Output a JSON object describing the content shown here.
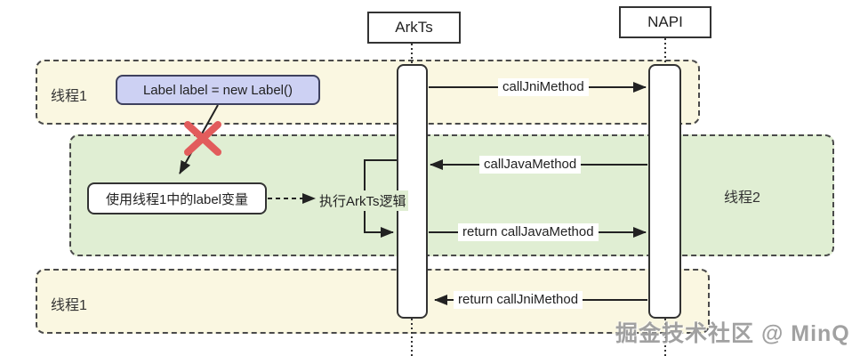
{
  "diagram": {
    "participants": [
      {
        "label": "ArkTs"
      },
      {
        "label": "NAPI"
      }
    ],
    "lanes": [
      {
        "label": "线程1"
      },
      {
        "label": "线程2"
      },
      {
        "label": "线程1"
      }
    ],
    "notes": [
      {
        "label": "Label label = new Label()"
      },
      {
        "label": "使用线程1中的label变量"
      },
      {
        "label": "执行ArkTs逻辑"
      }
    ],
    "messages": [
      {
        "label": "callJniMethod"
      },
      {
        "label": "callJavaMethod"
      },
      {
        "label": "return callJavaMethod"
      },
      {
        "label": "return callJniMethod"
      }
    ],
    "watermark": "掘金技术社区 @ MinQ",
    "colors": {
      "lane_yellow": "#faf7e1",
      "lane_green": "#e0eed3",
      "note_purple": "#cdd1f3",
      "arrow": "#222222",
      "cross_red": "#e25c5c"
    }
  }
}
